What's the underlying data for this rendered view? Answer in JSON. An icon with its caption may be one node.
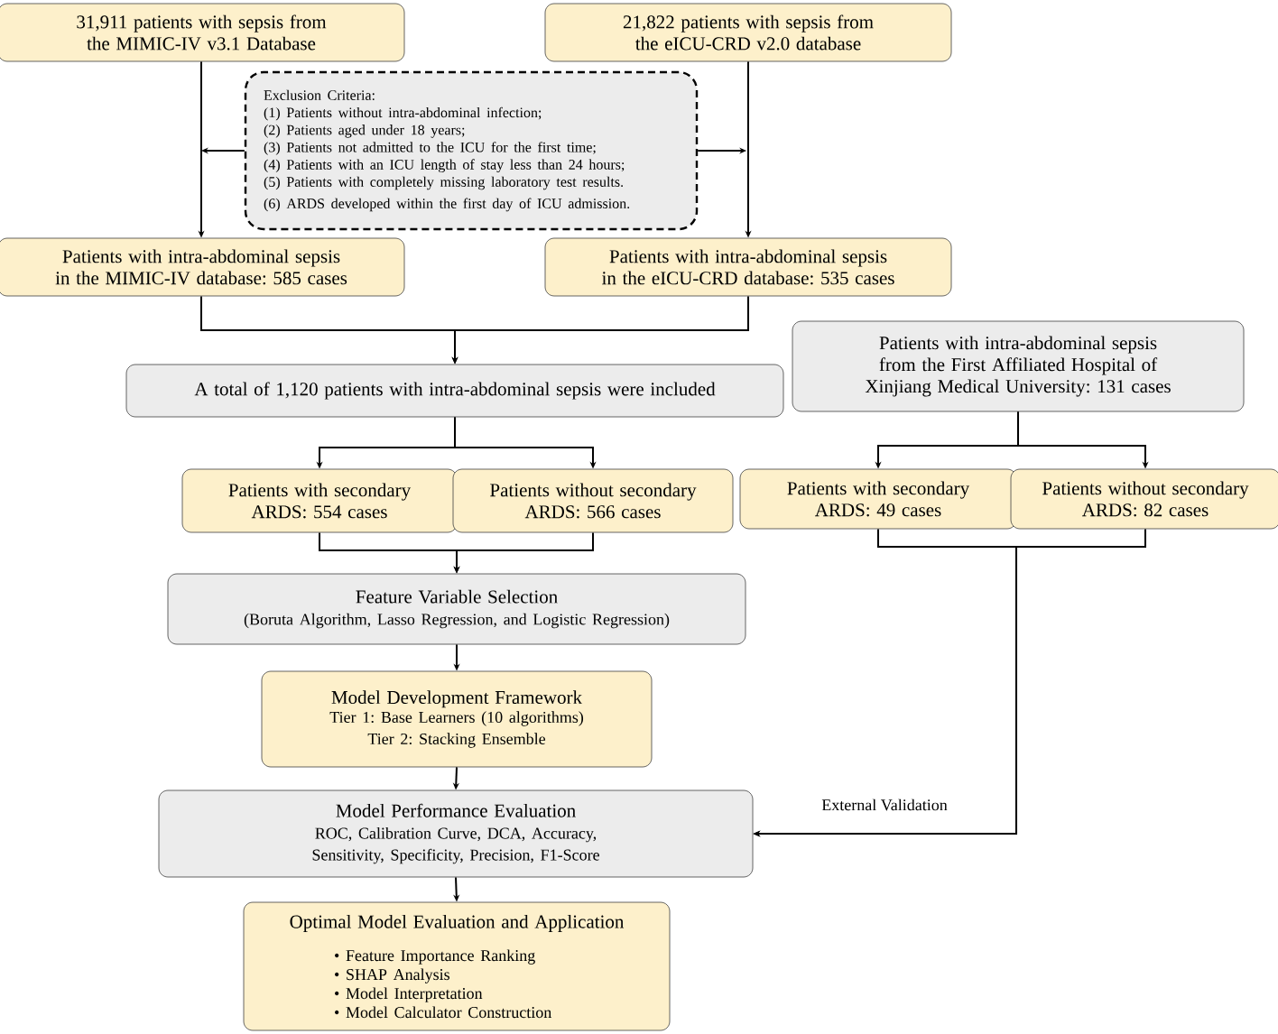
{
  "diagram": {
    "nodes": [
      {
        "text": [
          "31,911 patients with sepsis from the MIMIC-IV v3.1 Database"
        ]
      },
      {
        "text": [
          "21,822 patients with sepsis from the eICU-CRD v2.0 database"
        ]
      },
      {
        "text": [
          "Exclusion Criteria:",
          "(1) Patients without intra-abdominal infection;",
          "(2) Patients aged under 18 years;",
          "(3) Patients not admitted to the ICU for the first time;",
          "(4) Patients with an ICU length of stay less than 24 hours;",
          "(5) Patients with completely missing laboratory test results.",
          "(6) ARDS developed within the first day of ICU admission."
        ]
      },
      {
        "text": [
          "Patients with intra-abdominal sepsis in the MIMIC-IV database: 585 cases"
        ]
      },
      {
        "text": [
          "Patients with intra-abdominal sepsis in the eICU-CRD database: 535 cases"
        ]
      },
      {
        "text": [
          "A total of 1,120 patients with intra-abdominal sepsis were included"
        ]
      },
      {
        "text": [
          "Patients with intra-abdominal sepsis from the First Affiliated Hospital of Xinjiang Medical University: 131 cases"
        ]
      },
      {
        "text": [
          "Patients with secondary ARDS: 554 cases"
        ]
      },
      {
        "text": [
          "Patients without secondary ARDS: 566 cases"
        ]
      },
      {
        "text": [
          "Patients with secondary ARDS: 49 cases"
        ]
      },
      {
        "text": [
          "Patients without secondary ARDS: 82 cases"
        ]
      },
      {
        "text": [
          "Feature Variable Selection",
          "(Boruta Algorithm, Lasso Regression, and Logistic Regression)"
        ]
      },
      {
        "text": [
          "Model Development Framework",
          "Tier 1: Base Learners (10 algorithms)",
          "Tier 2: Stacking Ensemble"
        ]
      },
      {
        "text": [
          "Model Performance Evaluation",
          "ROC, Calibration Curve, DCA, Accuracy, Sensitivity, Specificity, Precision, F1-Score"
        ]
      },
      {
        "text": [
          "Optimal Model Evaluation and Application",
          "• Feature Importance Ranking",
          "• SHAP Analysis",
          "• Model Interpretation",
          "• Model Calculator Construction"
        ]
      }
    ],
    "edges": [
      {
        "from": 0,
        "to": 3,
        "arrow": "to"
      },
      {
        "from": 1,
        "to": 4,
        "arrow": "to"
      },
      {
        "from": 2,
        "to": null,
        "arrow": "to"
      },
      {
        "from": 2,
        "to": null,
        "arrow": "to"
      },
      {
        "from": 3,
        "to": 5,
        "arrow": "to"
      },
      {
        "from": 4,
        "to": 5,
        "arrow": "to"
      },
      {
        "from": 5,
        "to": 7,
        "arrow": "to"
      },
      {
        "from": 5,
        "to": 8,
        "arrow": "to"
      },
      {
        "from": 7,
        "to": 11,
        "arrow": "to"
      },
      {
        "from": 8,
        "to": 11,
        "arrow": "to"
      },
      {
        "from": 6,
        "to": 9,
        "arrow": "to"
      },
      {
        "from": 6,
        "to": 10,
        "arrow": "to"
      },
      {
        "from": 9,
        "to": 13,
        "arrow": "to",
        "label": "External Validation"
      },
      {
        "from": 10,
        "to": 13,
        "arrow": "to"
      },
      {
        "from": 11,
        "to": 12,
        "arrow": "to"
      },
      {
        "from": 12,
        "to": 13,
        "arrow": "to"
      },
      {
        "from": 13,
        "to": 14,
        "arrow": "to"
      }
    ]
  }
}
